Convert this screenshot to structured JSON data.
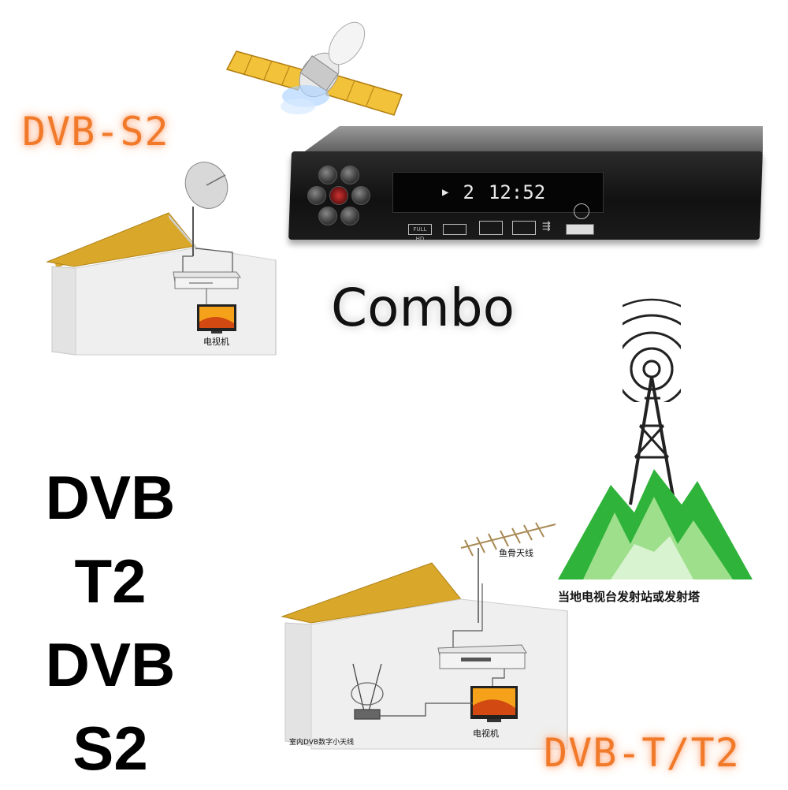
{
  "labels": {
    "dvb_s2": "DVB-S2",
    "combo": "Combo",
    "dvb_t_t2": "DVB-T/T2",
    "standards": [
      "DVB",
      "T2",
      "DVB",
      "S2"
    ]
  },
  "captions": {
    "tv_top": "电视机",
    "tv_bottom": "电视机",
    "fishbone_antenna": "鱼骨天线",
    "transmitter_tower": "当地电视台发射站或发射塔",
    "indoor_antenna": "室内DVB数字小天线"
  },
  "device": {
    "channel": "2",
    "clock": "12:52",
    "badge": "FULL HD"
  },
  "colors": {
    "glow_label": "#f07a2a",
    "roof": "#d9a72a",
    "mountain": "#2fb33a",
    "house_wall": "#ececec"
  },
  "icons": [
    "satellite-icon",
    "satellite-dish-icon",
    "tv-icon",
    "set-top-box-icon",
    "transmitter-tower-icon",
    "mountain-icon",
    "fishbone-antenna-icon",
    "indoor-antenna-icon",
    "usb-icon",
    "play-icon"
  ]
}
